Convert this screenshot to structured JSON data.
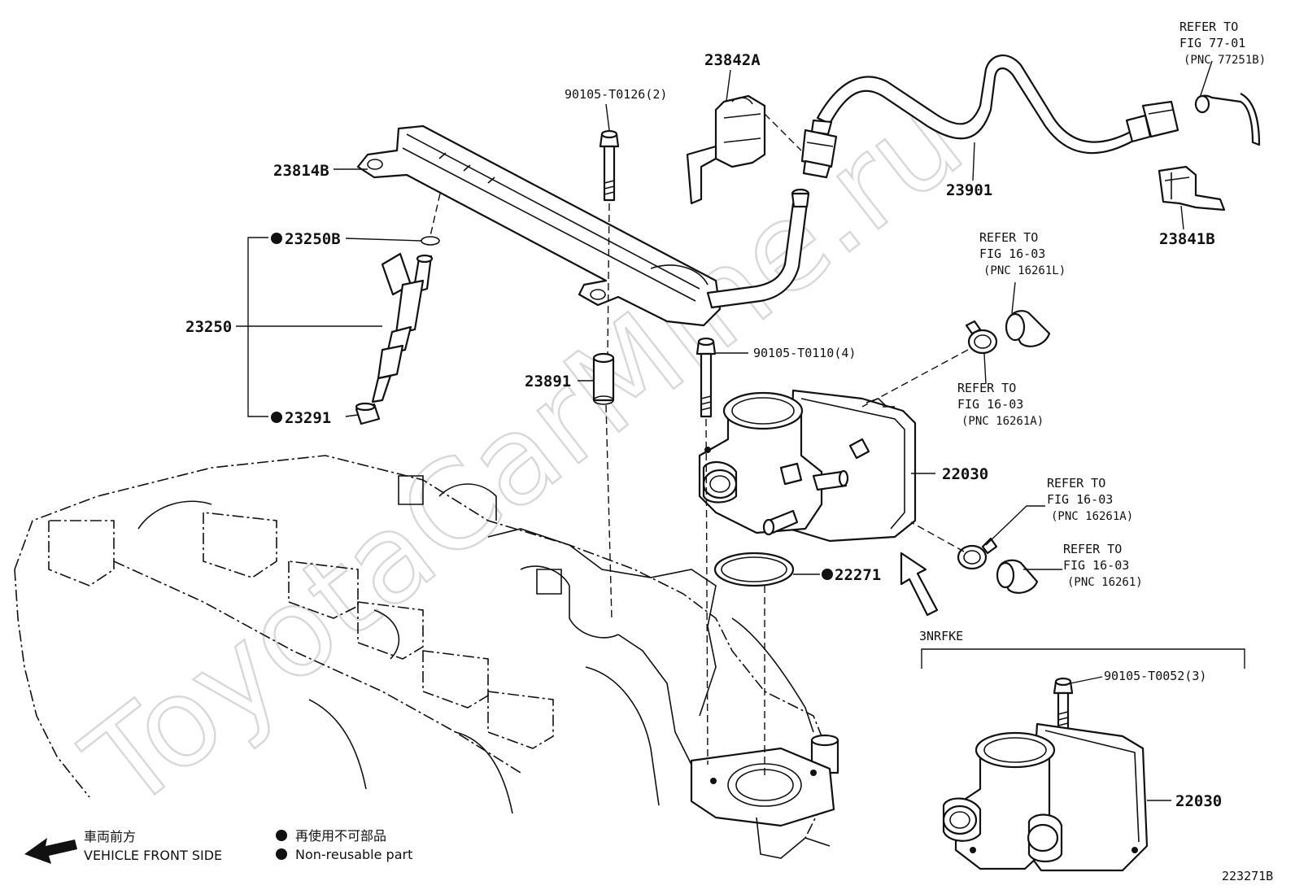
{
  "watermark": "ToyotaCarMine.ru",
  "labels": {
    "bolt_rail": "90105-T0126(2)",
    "connector_clip": "23842A",
    "fuel_hose": "23901",
    "hose_clip": "23841B",
    "delivery_pipe": "23814B",
    "o_ring": "23250B",
    "injector_assy": "23250",
    "insulator": "23291",
    "spacer": "23891",
    "bolt_throttle": "90105-T0110(4)",
    "throttle_body": "22030",
    "gasket": "22271",
    "variant_engine": "3NRFKE",
    "bolt_variant": "90105-T0052(3)",
    "throttle_body_variant": "22030",
    "figure_number": "223271B"
  },
  "refs": {
    "top_right": [
      "REFER TO",
      "FIG 77-01",
      "(PNC 77251B)"
    ],
    "hose_upper": [
      "REFER TO",
      "FIG 16-03",
      "(PNC 16261L)"
    ],
    "clamp_upper": [
      "REFER TO",
      "FIG 16-03",
      "(PNC 16261A)"
    ],
    "clamp_lower": [
      "REFER TO",
      "FIG 16-03",
      "(PNC 16261A)"
    ],
    "hose_lower": [
      "REFER TO",
      "FIG 16-03",
      "(PNC 16261)"
    ]
  },
  "legend": {
    "direction_jp": "車両前方",
    "direction_en": "VEHICLE FRONT SIDE",
    "nonreusable_jp": "再使用不可部品",
    "nonreusable_en": "Non-reusable part"
  }
}
